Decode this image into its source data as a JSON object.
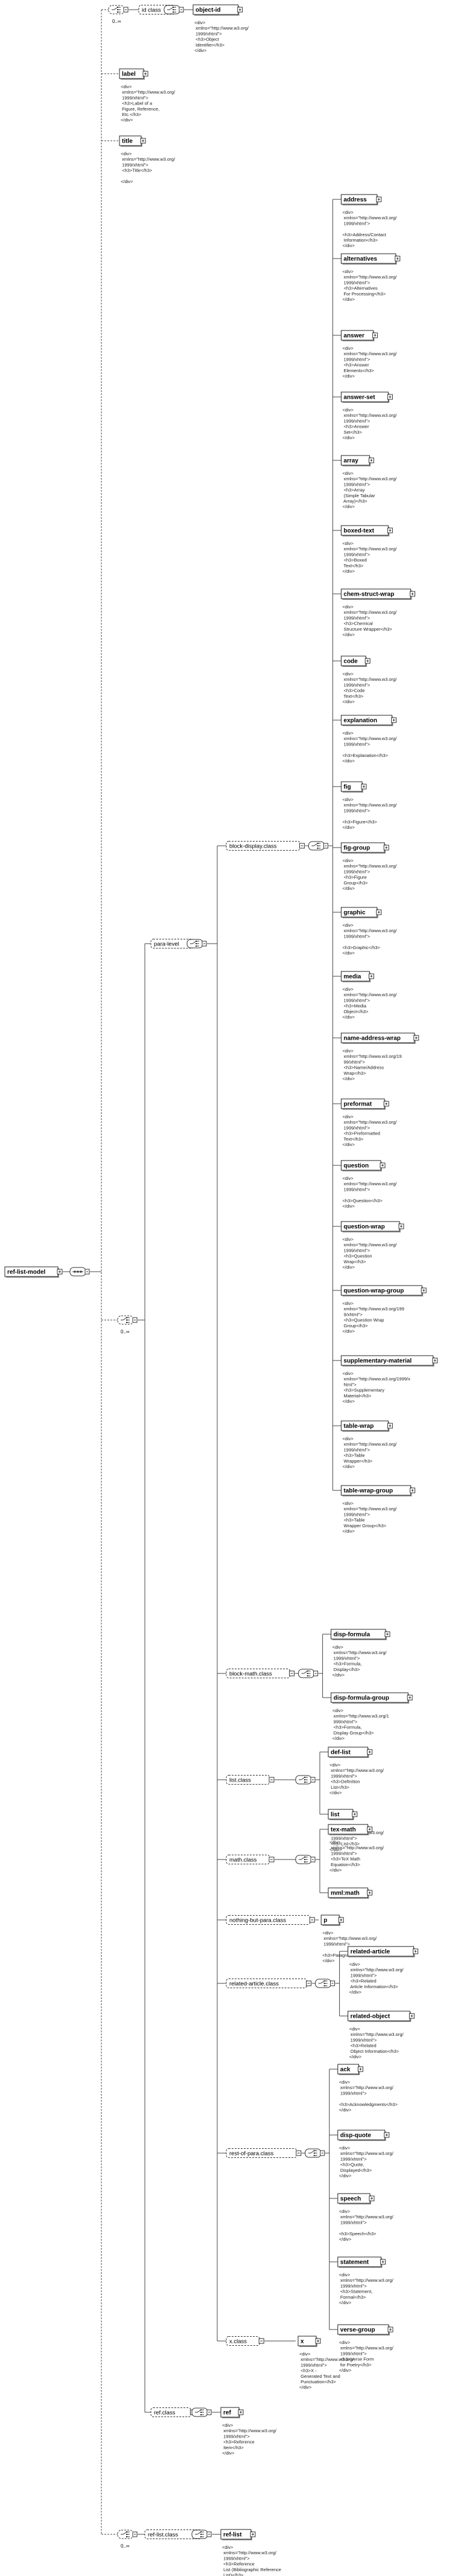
{
  "root": {
    "label": "ref-list-model"
  },
  "top_choice_occ": "0..∞",
  "id_class": {
    "label": "id class",
    "element": "object-id",
    "doc": "<div>\n  xmlns=\"http://www.w3.org/\n  1999/xhtml\">\n          <h3>Object\n  Identifier</h3>\n</div>"
  },
  "label_el": {
    "label": "label",
    "doc": "<div>\n  xmlns=\"http://www.w3.org/\n  1999/xhtml\">\n          <h3>Label of a\n  Figure, Reference,\n  Etc.</h3>\n</div>"
  },
  "title_el": {
    "label": "title",
    "doc": "<div>\n  xmlns=\"http://www.w3.org/\n  1999/xhtml\">\n          <h3>Title</h3>\n\n</div>"
  },
  "para_choice_occ": "0..∞",
  "para_level": {
    "label": "para-level"
  },
  "block_display": {
    "label": "block-display.class",
    "items": [
      {
        "name": "address",
        "doc": "<div>\n  xmlns=\"http://www.w3.org/\n  1999/xhtml\">\n\n  <h3>Address/Contact\n  Information</h3>\n</div>"
      },
      {
        "name": "alternatives",
        "doc": "<div>\n  xmlns=\"http://www.w3.org/\n  1999/xhtml\">\n          <h3>Alternatives\n  For Processing</h3>\n</div>"
      },
      {
        "name": "answer",
        "doc": "<div>\n  xmlns=\"http://www.w3.org/\n  1999/xhtml\">\n          <h3>Answer\n  Elements</h3>\n</div>"
      },
      {
        "name": "answer-set",
        "doc": "<div>\n  xmlns=\"http://www.w3.org/\n  1999/xhtml\">\n          <h3>Answer\n  Set</h3>\n</div>"
      },
      {
        "name": "array",
        "doc": "<div>\n  xmlns=\"http://www.w3.org/\n  1999/xhtml\">\n          <h3>Array\n  (Simple Tabular\n  Array)</h3>\n</div>"
      },
      {
        "name": "boxed-text",
        "doc": "<div>\n  xmlns=\"http://www.w3.org/\n  1999/xhtml\">\n          <h3>Boxed\n  Text</h3>\n</div>"
      },
      {
        "name": "chem-struct-wrap",
        "doc": "<div>\n  xmlns=\"http://www.w3.org/\n  1999/xhtml\">\n          <h3>Chemical\n  Structure Wrapper</h3>\n</div>"
      },
      {
        "name": "code",
        "doc": "<div>\n  xmlns=\"http://www.w3.org/\n  1999/xhtml\">\n          <h3>Code\n  Text</h3>\n</div>"
      },
      {
        "name": "explanation",
        "doc": "<div>\n  xmlns=\"http://www.w3.org/\n  1999/xhtml\">\n\n  <h3>Explanation</h3>\n</div>"
      },
      {
        "name": "fig",
        "doc": "<div>\n  xmlns=\"http://www.w3.org/\n  1999/xhtml\">\n\n  <h3>Figure</h3>\n</div>"
      },
      {
        "name": "fig-group",
        "doc": "<div>\n  xmlns=\"http://www.w3.org/\n  1999/xhtml\">\n          <h3>Figure\n  Group</h3>\n</div>"
      },
      {
        "name": "graphic",
        "doc": "<div>\n  xmlns=\"http://www.w3.org/\n  1999/xhtml\">\n\n  <h3>Graphic</h3>\n</div>"
      },
      {
        "name": "media",
        "doc": "<div>\n  xmlns=\"http://www.w3.org/\n  1999/xhtml\">\n          <h3>Media\n  Object</h3>\n</div>"
      },
      {
        "name": "name-address-wrap",
        "doc": "<div>\n  xmlns=\"http://www.w3.org/19\n  99/xhtml\">\n          <h3>Name/Address\n  Wrap</h3>\n</div>"
      },
      {
        "name": "preformat",
        "doc": "<div>\n  xmlns=\"http://www.w3.org/\n  1999/xhtml\">\n          <h3>Preformatted\n  Text</h3>\n</div>"
      },
      {
        "name": "question",
        "doc": "<div>\n  xmlns=\"http://www.w3.org/\n  1999/xhtml\">\n\n  <h3>Question</h3>\n</div>"
      },
      {
        "name": "question-wrap",
        "doc": "<div>\n  xmlns=\"http://www.w3.org/\n  1999/xhtml\">\n          <h3>Question\n  Wrap</h3>\n</div>"
      },
      {
        "name": "question-wrap-group",
        "doc": "<div>\n  xmlns=\"http://www.w3.org/199\n  9/xhtml\">\n          <h3>Question Wrap\n  Group</h3>\n</div>"
      },
      {
        "name": "supplementary-material",
        "doc": "<div>\n  xmlns=\"http://www.w3.org/1999/x\n  html\">\n          <h3>Supplementary\n  Material</h3>\n</div>"
      },
      {
        "name": "table-wrap",
        "doc": "<div>\n  xmlns=\"http://www.w3.org/\n  1999/xhtml\">\n          <h3>Table\n  Wrapper</h3>\n</div>"
      },
      {
        "name": "table-wrap-group",
        "doc": "<div>\n  xmlns=\"http://www.w3.org/\n  1999/xhtml\">\n          <h3>Table\n  Wrapper Group</h3>\n</div>"
      }
    ]
  },
  "block_math": {
    "label": "block-math.class",
    "items": [
      {
        "name": "disp-formula",
        "doc": "<div>\n  xmlns=\"http://www.w3.org/\n  1999/xhtml\">\n          <h3>Formula,\n  Display</h3>\n</div>"
      },
      {
        "name": "disp-formula-group",
        "doc": "<div>\n  xmlns=\"http://www.w3.org/1\n  999/xhtml\">\n          <h3>Formula,\n  Display Group</h3>\n</div>"
      }
    ]
  },
  "list_class": {
    "label": "list.class",
    "items": [
      {
        "name": "def-list",
        "doc": "<div>\n  xmlns=\"http://www.w3.org/\n  1999/xhtml\">\n          <h3>Definition\n  List</h3>\n</div>"
      },
      {
        "name": "list",
        "doc": "<div>\n  xmlns=\"http://www.w3.org/\n  1999/xhtml\">\n          <h3>List</h3>\n</div>"
      }
    ]
  },
  "math_class": {
    "label": "math.class",
    "items": [
      {
        "name": "tex-math",
        "doc": "<div>\n  xmlns=\"http://www.w3.org/\n  1999/xhtml\">\n          <h3>TeX Math\n  Equation</h3>\n</div>"
      },
      {
        "name": "mml:math",
        "doc": ""
      }
    ]
  },
  "nothing_but_para": {
    "label": "nothing-but-para.class",
    "items": [
      {
        "name": "p",
        "doc": "<div>\n  xmlns=\"http://www.w3.org/\n  1999/xhtml\">\n\n  <h3>Paragraph</h3>\n</div>"
      }
    ]
  },
  "related_article": {
    "label": "related-article.class",
    "items": [
      {
        "name": "related-article",
        "doc": "<div>\n  xmlns=\"http://www.w3.org/\n  1999/xhtml\">\n          <h3>Related\n  Article Information</h3>\n</div>"
      },
      {
        "name": "related-object",
        "doc": "<div>\n  xmlns=\"http://www.w3.org/\n  1999/xhtml\">\n          <h3>Related\n  Object Information</h3>\n</div>"
      }
    ]
  },
  "rest_of_para": {
    "label": "rest-of-para.class",
    "items": [
      {
        "name": "ack",
        "doc": "<div>\n  xmlns=\"http://www.w3.org/\n  1999/xhtml\">\n\n  <h3>Acknowledgments</h3>\n</div>"
      },
      {
        "name": "disp-quote",
        "doc": "<div>\n  xmlns=\"http://www.w3.org/\n  1999/xhtml\">\n          <h3>Quote,\n  Displayed</h3>\n</div>"
      },
      {
        "name": "speech",
        "doc": "<div>\n  xmlns=\"http://www.w3.org/\n  1999/xhtml\">\n\n  <h3>Speech</h3>\n</div>"
      },
      {
        "name": "statement",
        "doc": "<div>\n  xmlns=\"http://www.w3.org/\n  1999/xhtml\">\n          <h3>Statement,\n  Formal</h3>\n</div>"
      },
      {
        "name": "verse-group",
        "doc": "<div>\n  xmlns=\"http://www.w3.org/\n  1999/xhtml\">\n          <h3>Verse Form\n  for Poetry</h3>\n</div>"
      }
    ]
  },
  "x_class": {
    "label": "x.class",
    "items": [
      {
        "name": "x",
        "doc": "<div>\n  xmlns=\"http://www.w3.org/\n  1999/xhtml\">\n          <h3>X -\n  Generated Text and\n  Punctuation</h3>\n</div>"
      }
    ]
  },
  "ref_class": {
    "label": "ref.class",
    "element": "ref",
    "doc": "<div>\n  xmlns=\"http://www.w3.org/\n  1999/xhtml\">\n          <h3>Reference\n  Item</h3>\n</div>"
  },
  "ref_list_occ": "0..∞",
  "ref_list_class": {
    "label": "ref-list.class",
    "element": "ref-list",
    "doc": "<div>\n  xmlns=\"http://www.w3.org/\n  1999/xhtml\">\n          <h3>Reference\n  List (Bibliographic Reference\n  List)</h3>\n</div>"
  }
}
